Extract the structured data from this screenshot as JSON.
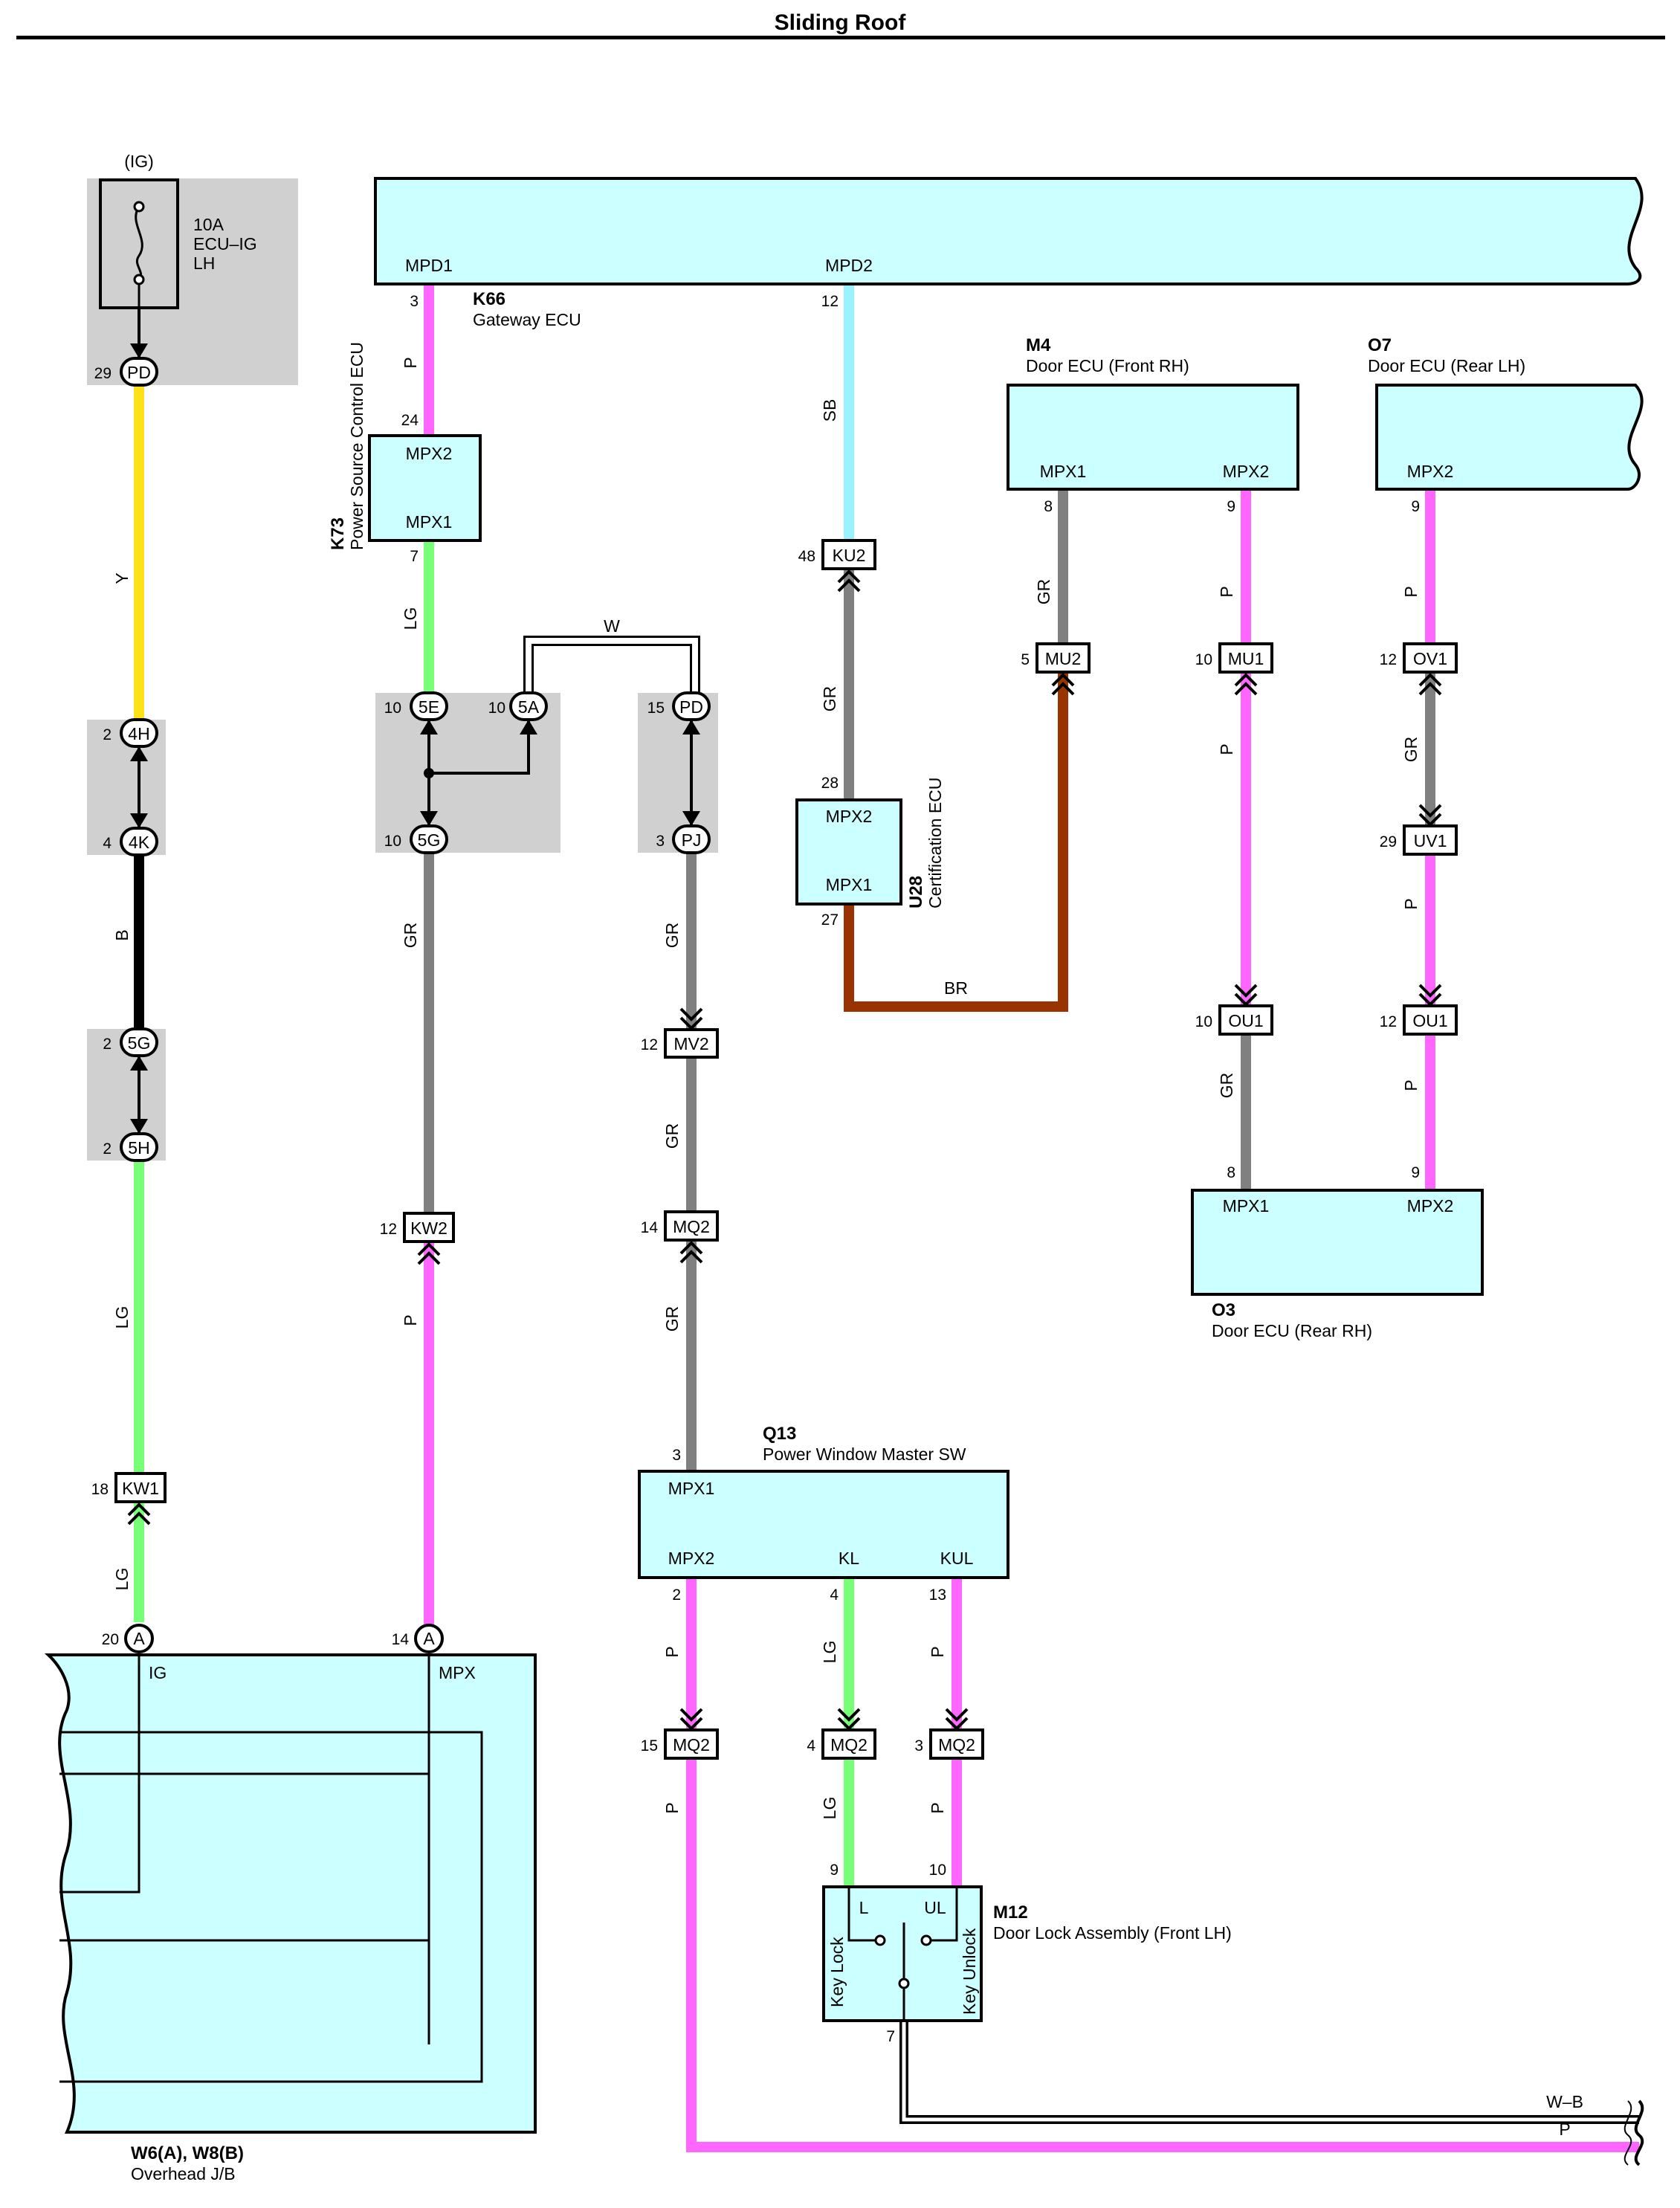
{
  "title": "Sliding Roof",
  "colors": {
    "P": "#ff66ff",
    "Y": "#ffe11a",
    "LG": "#77ff77",
    "B": "#000000",
    "GR": "#808080",
    "SB": "#99f2ff",
    "BR": "#993300",
    "W": "#ffffff",
    "ecu_fill": "#ccffff",
    "junction_fill": "#d0d0d0"
  },
  "components": {
    "fuse": {
      "power": "(IG)",
      "amp": "10A",
      "name1": "ECU–IG",
      "name2": "LH"
    },
    "k66": {
      "code": "K66",
      "name": "Gateway ECU",
      "t1": "MPD1",
      "t2": "MPD2"
    },
    "k73": {
      "code": "K73",
      "name": "Power Source Control ECU",
      "t1": "MPX2",
      "t2": "MPX1"
    },
    "u28": {
      "code": "U28",
      "name": "Certification ECU",
      "t1": "MPX2",
      "t2": "MPX1"
    },
    "m4": {
      "code": "M4",
      "name": "Door ECU (Front RH)",
      "t1": "MPX1",
      "t2": "MPX2"
    },
    "o7": {
      "code": "O7",
      "name": "Door ECU (Rear LH)",
      "t1": "MPX2"
    },
    "o3": {
      "code": "O3",
      "name": "Door ECU (Rear RH)",
      "t1": "MPX1",
      "t2": "MPX2"
    },
    "q13": {
      "code": "Q13",
      "name": "Power Window Master SW",
      "t1": "MPX1",
      "t2": "MPX2",
      "t3": "KL",
      "t4": "KUL"
    },
    "m12": {
      "code": "M12",
      "name": "Door Lock Assembly (Front LH)",
      "t1": "L",
      "t2": "UL",
      "sw1": "Key Lock",
      "sw2": "Key Unlock"
    },
    "w6": {
      "code": "W6(A), W8(B)",
      "name": "Overhead J/B",
      "t1": "IG",
      "t2": "MPX"
    }
  },
  "connectors": {
    "pd1": "PD",
    "h4": "4H",
    "k4": "4K",
    "g5a": "5G",
    "h5": "5H",
    "kw1": "KW1",
    "a1": "A",
    "a2": "A",
    "e5": "5E",
    "a5": "5A",
    "g5b": "5G",
    "kw2": "KW2",
    "pd2": "PD",
    "pj": "PJ",
    "mv2": "MV2",
    "mq2a": "MQ2",
    "mq2b": "MQ2",
    "mq2c": "MQ2",
    "mq2d": "MQ2",
    "ku2": "KU2",
    "mu2": "MU2",
    "mu1": "MU1",
    "ou1a": "OU1",
    "ov1": "OV1",
    "uv1": "UV1",
    "ou1b": "OU1"
  },
  "pins": {
    "pd1": "29",
    "h4": "2",
    "k4": "4",
    "g5a": "2",
    "h5": "2",
    "kw1": "18",
    "a1": "20",
    "a2": "14",
    "k66a": "3",
    "k73a": "24",
    "k73b": "7",
    "e5": "10",
    "a5": "10",
    "g5b": "10",
    "kw2": "12",
    "pd2": "15",
    "pj": "3",
    "mv2": "12",
    "mq2a": "14",
    "q13a": "3",
    "q13b": "2",
    "q13c": "4",
    "q13d": "13",
    "mq2b": "15",
    "mq2c": "4",
    "mq2d": "3",
    "m12a": "9",
    "m12b": "10",
    "m12c": "7",
    "k66b": "12",
    "ku2": "48",
    "u28a": "28",
    "u28b": "27",
    "m4a": "8",
    "m4b": "9",
    "mu2": "5",
    "mu1": "10",
    "ou1a": "10",
    "o3a": "8",
    "o3b": "9",
    "o7a": "9",
    "ov1": "12",
    "uv1": "29",
    "ou1b": "12"
  },
  "wires": {
    "y": "Y",
    "b": "B",
    "lg1": "LG",
    "lg2": "LG",
    "p1": "P",
    "lg3": "LG",
    "gr1": "GR",
    "p2": "P",
    "w1": "W",
    "gr2": "GR",
    "gr3": "GR",
    "gr4": "GR",
    "p3": "P",
    "lg4": "LG",
    "p4": "P",
    "p5": "P",
    "lg5": "LG",
    "p6": "P",
    "sb": "SB",
    "gr5": "GR",
    "br": "BR",
    "gr6": "GR",
    "p7": "P",
    "p8": "P",
    "gr7": "GR",
    "p9": "P",
    "gr8": "GR",
    "p10": "P",
    "p11": "P",
    "wb": "W–B",
    "p12": "P"
  }
}
